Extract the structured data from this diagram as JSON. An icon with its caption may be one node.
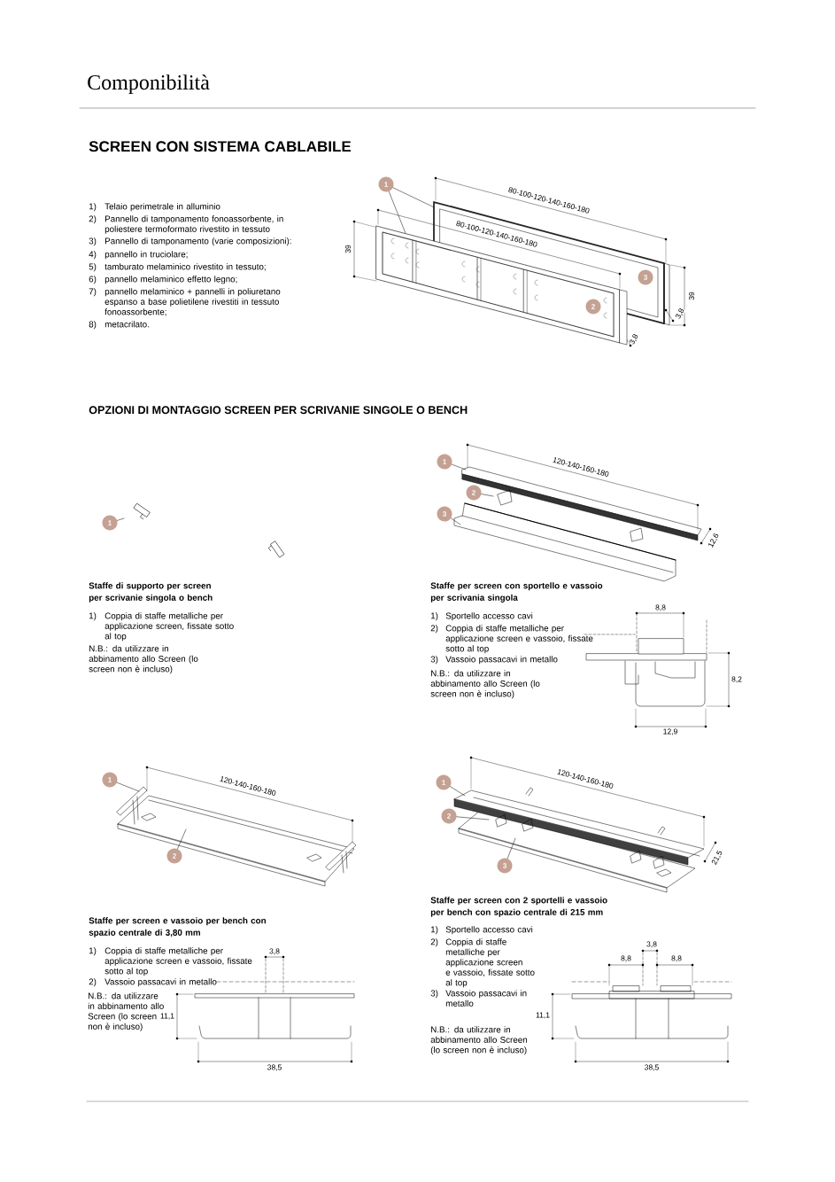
{
  "diagram": {
    "title": "Componibilità",
    "nodes": [
      {
        "text": [],
        "shape": "picture"
      },
      {
        "text": [],
        "shape": "picture"
      },
      {
        "text": [
          "1"
        ]
      },
      {
        "text": [
          "3"
        ],
        "in": 0
      },
      {
        "text": [
          "2"
        ],
        "in": 1
      },
      {
        "text": [
          "1"
        ]
      },
      {
        "text": [
          "1"
        ]
      },
      {
        "text": [
          "2"
        ]
      },
      {
        "text": [
          "3"
        ]
      },
      {
        "text": [
          "1"
        ]
      },
      {
        "text": [
          "2"
        ]
      },
      {
        "text": [
          "1"
        ]
      },
      {
        "text": [
          "2"
        ]
      },
      {
        "text": [
          "3"
        ]
      }
    ],
    "edges": [
      {
        "from": 2,
        "to": 0,
        "arrow": "none"
      },
      {
        "from": 2,
        "to": 1,
        "arrow": "none"
      },
      {
        "from": 5,
        "to": null,
        "arrow": "none"
      },
      {
        "from": 6,
        "to": null,
        "arrow": "none"
      },
      {
        "from": 7,
        "to": null,
        "arrow": "none"
      },
      {
        "from": 8,
        "to": null,
        "arrow": "none"
      },
      {
        "from": 9,
        "to": null,
        "arrow": "none"
      },
      {
        "from": 10,
        "to": null,
        "arrow": "none"
      },
      {
        "from": 11,
        "to": null,
        "arrow": "none"
      },
      {
        "from": 12,
        "to": null,
        "arrow": "none"
      },
      {
        "from": 13,
        "to": null,
        "arrow": "none"
      }
    ],
    "labels": [
      "SCREEN CON SISTEMA CABLABILE",
      "1)",
      "Telaio perimetrale in alluminio",
      "2)",
      "Pannello di tamponamento fonoassorbente, in poliestere termoformato rivestito in tessuto",
      "3)",
      "Pannello di tamponamento (varie composizioni):",
      "4)",
      "pannello in truciolare;",
      "5)",
      "tamburato melaminico rivestito in tessuto;",
      "6)",
      "pannello melaminico effetto legno;",
      "7)",
      "pannello melaminico + pannelli in poliuretano espanso a base polietilene rivestiti in tessuto fonoassorbente;",
      "8)",
      "metacrilato.",
      "39",
      "80-100-120-140-160-180",
      "80-100-120-140-160-180",
      "39",
      "3,8",
      "3,8",
      "OPZIONI DI MONTAGGIO SCREEN PER SCRIVANIE SINGOLE O BENCH",
      "Staffe di supporto per screen per scrivanie singola o bench",
      "1)",
      "Coppia di staffe metalliche per applicazione screen, fissate sotto al top",
      "N.B.: da utilizzare in abbinamento allo Screen (lo screen non è incluso)",
      "120-140-160-180",
      "12,6",
      "Staffe per screen con sportello e vassoio per scrivania singola",
      "1)",
      "Sportello accesso cavi",
      "2)",
      "Coppia di staffe metalliche per applicazione screen e vassoio, fissate sotto al top",
      "3)",
      "Vassoio passacavi in metallo",
      "N.B.: da utilizzare in abbinamento allo Screen (lo screen non è incluso)",
      "8,8",
      "8,2",
      "12,9",
      "120-140-160-180",
      "Staffe per screen e vassoio per bench con spazio centrale di 3,80 mm",
      "1)",
      "Coppia di staffe metalliche per applicazione screen e vassoio, fissate sotto al top",
      "2)",
      "Vassoio passacavi in metallo",
      "N.B.: da utilizzare in abbinamento allo Screen (lo screen non è incluso)",
      "3,8",
      "11,1",
      "38,5",
      "120-140-160-180",
      "21,5",
      "Staffe per screen con 2 sportelli e vassoio per bench con spazio centrale di 215 mm",
      "1)",
      "Sportello accesso cavi",
      "2)",
      "Coppia di staffe metalliche per applicazione screen e vassoio, fissate sotto al top",
      "3)",
      "Vassoio passacavi in metallo",
      "N.B.: da utilizzare in abbinamento allo Screen (lo screen non è incluso)",
      "3,8",
      "8,8",
      "8,8",
      "11,1",
      "38,5"
    ]
  }
}
